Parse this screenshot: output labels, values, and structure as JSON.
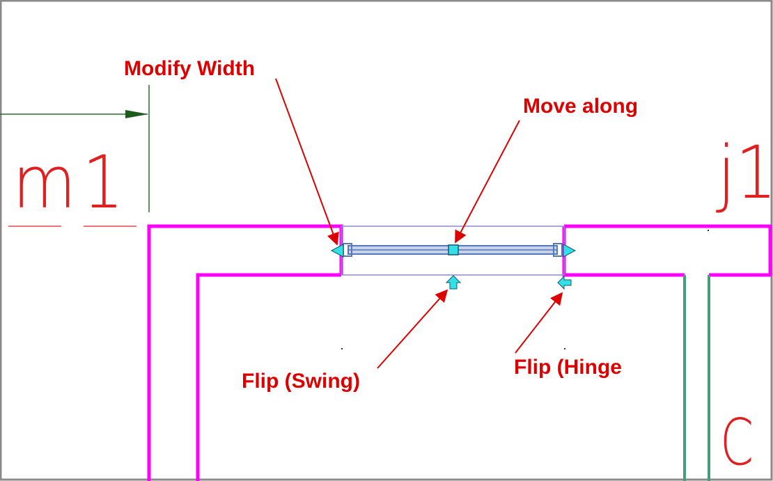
{
  "colors": {
    "wall": "#ff00ff",
    "interior_wall": "#4a9c78",
    "annotation_red": "#dd0000",
    "tag_text": "#e02020",
    "dimension_line": "#2e6b2e",
    "door_panel": "#5577bb",
    "grip": "#33e0e8",
    "border": "#8a8a8a"
  },
  "room_tags": {
    "left": "m1",
    "right": "j1",
    "bottom_right": "C"
  },
  "callouts": {
    "modify_width": "Modify Width",
    "move_along": "Move along",
    "flip_swing": "Flip (Swing)",
    "flip_hinge": "Flip (Hinge"
  },
  "grips": {
    "width_left": "arrow-left-grip-icon",
    "width_right": "arrow-right-grip-icon",
    "move_center": "square-grip-icon",
    "flip_swing": "arrow-up-grip-icon",
    "flip_hinge": "arrow-left-small-grip-icon"
  }
}
